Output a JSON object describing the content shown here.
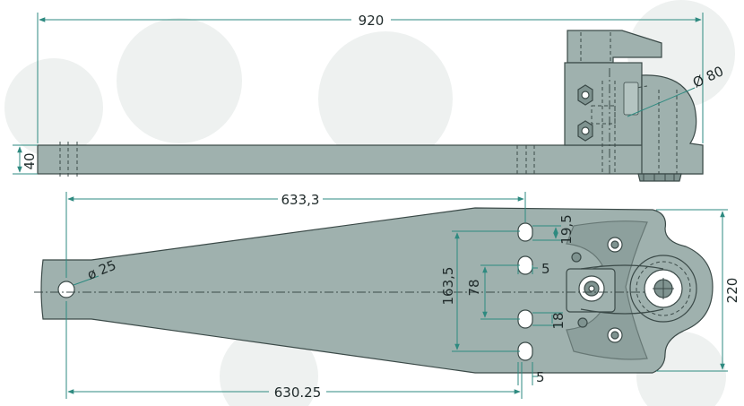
{
  "dimensions": {
    "overall_length": "920",
    "height_side": "40",
    "diameter_large": "Ø 80",
    "length_upper": "633,3",
    "length_lower": "630.25",
    "diameter_small": "ø 25",
    "spacing_19_5": "19,5",
    "offset_5_top": "5",
    "offset_5_bottom": "5",
    "span_163_5": "163,5",
    "span_78": "78",
    "span_18": "18",
    "height_220": "220"
  },
  "colors": {
    "part": "#9fb1ae",
    "dimension": "#2e8a80",
    "outline": "#3b4a48"
  }
}
